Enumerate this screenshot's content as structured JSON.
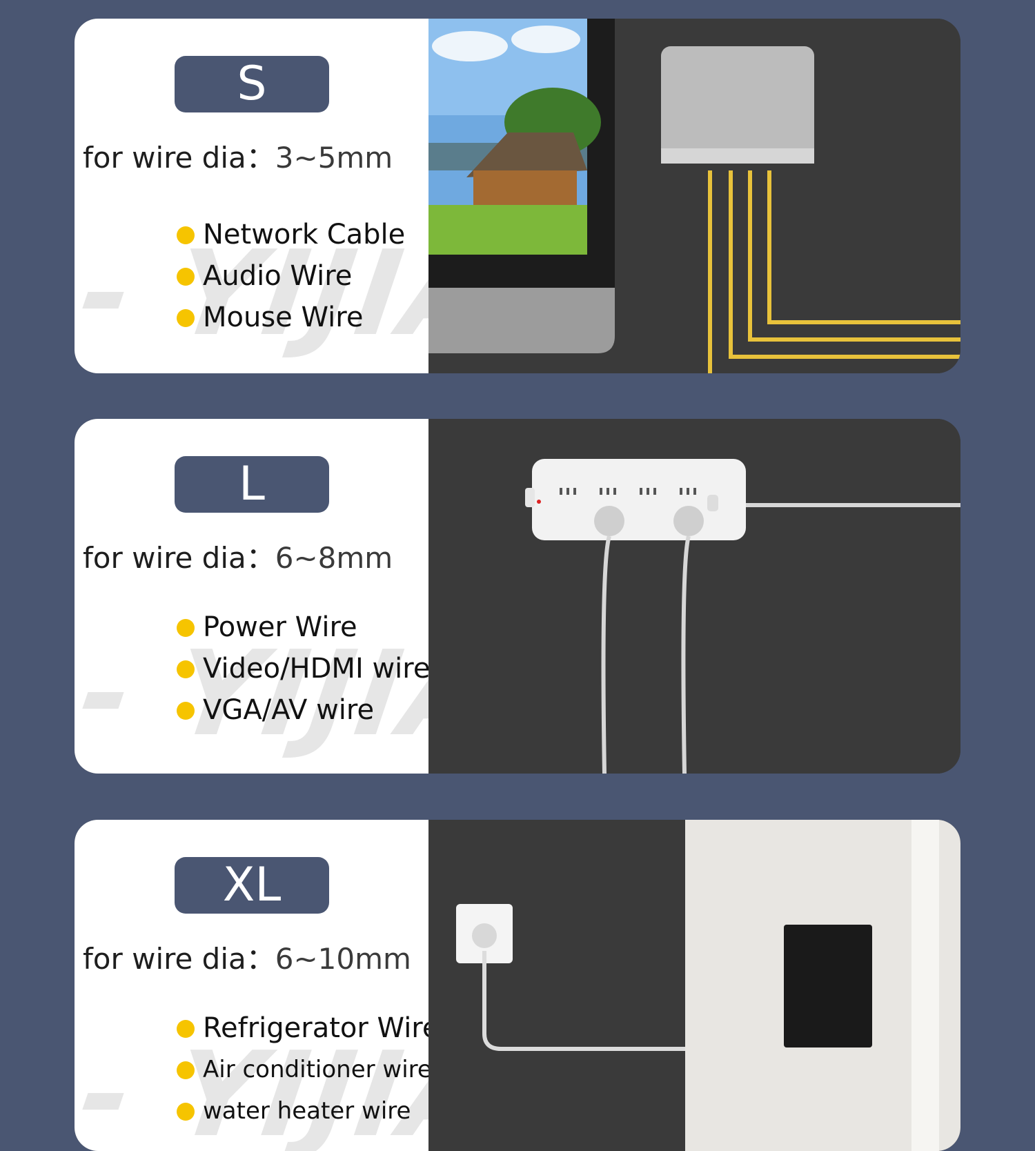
{
  "colors": {
    "page_bg": "#4a5672",
    "badge_bg": "#4a5672",
    "dot": "#f6c400",
    "photo_bg": "#3a3a3a"
  },
  "watermark": "- YIJIA -",
  "cards": [
    {
      "size": "S",
      "dia_label": "for wire dia：",
      "dia_value": "3~5mm",
      "items": [
        "Network Cable",
        "Audio Wire",
        "Mouse Wire"
      ],
      "illustration": "monitor-router-yellow-cables"
    },
    {
      "size": "L",
      "dia_label": "for wire dia：",
      "dia_value": "6~8mm",
      "items": [
        "Power Wire",
        "Video/HDMI wire",
        "VGA/AV wire"
      ],
      "illustration": "power-strip-white-cables"
    },
    {
      "size": "XL",
      "dia_label": "for wire dia：",
      "dia_value": "6~10mm",
      "items": [
        "Refrigerator Wire",
        "Air conditioner wire",
        "water heater wire"
      ],
      "illustration": "wall-socket-refrigerator"
    }
  ]
}
